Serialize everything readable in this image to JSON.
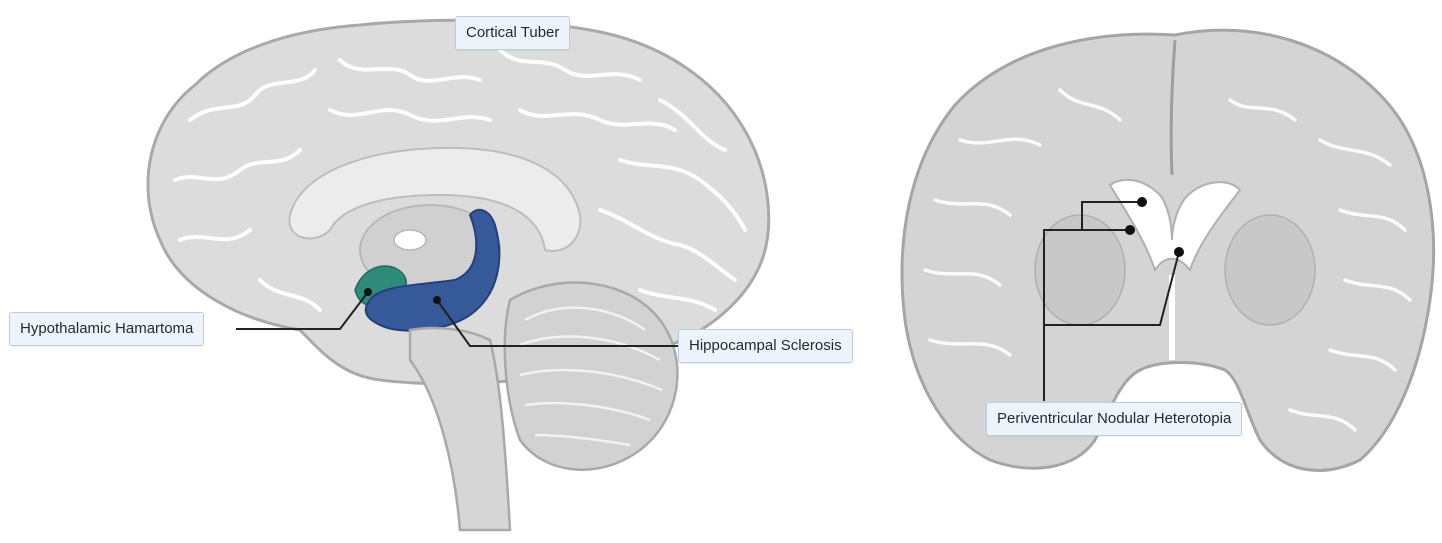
{
  "labels": {
    "cortical_tuber": "Cortical Tuber",
    "hypothalamic_hamartoma": "Hypothalamic Hamartoma",
    "hippocampal_sclerosis": "Hippocampal Sclerosis",
    "periventricular_nodular_heterotopia": "Periventricular Nodular Heterotopia"
  },
  "colors": {
    "brain_fill": "#dcdcdc",
    "brain_outline": "#a9a9a9",
    "sulci": "#ffffff",
    "hamartoma": "#2e8b7a",
    "hippocampus": "#36599a",
    "ventricle": "#ffffff",
    "leader_line": "#222222",
    "callout_bg": "#eef4fb",
    "callout_border": "#b9cde2"
  }
}
